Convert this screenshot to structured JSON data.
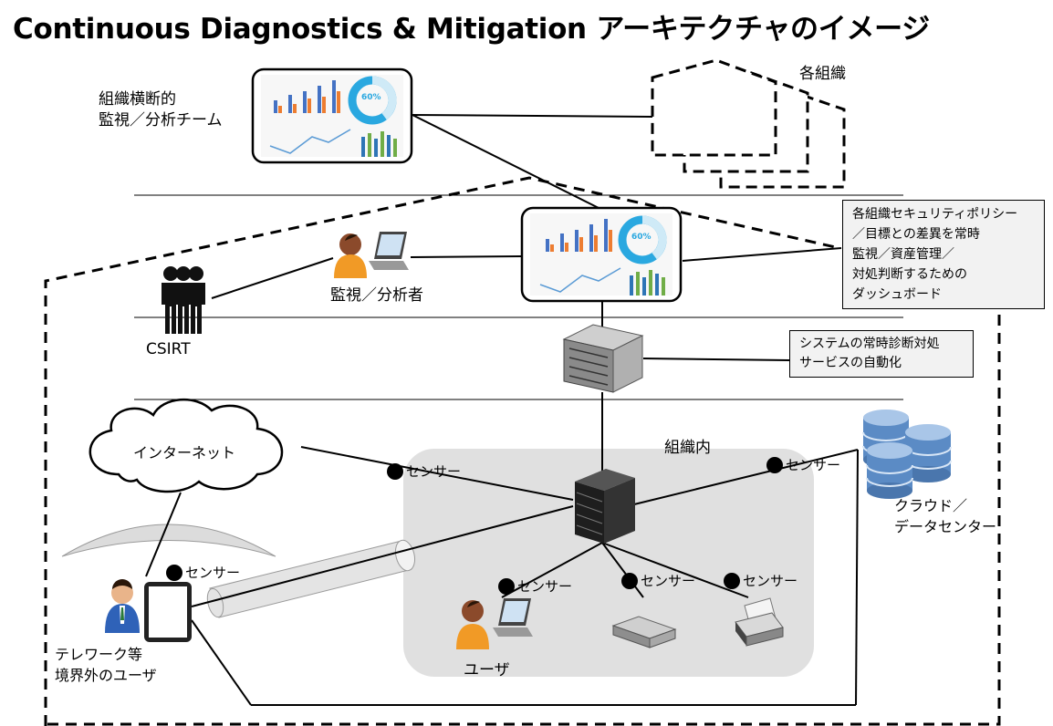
{
  "title": "Continuous Diagnostics & Mitigation アーキテクチャのイメージ",
  "labels": {
    "cross_org_team": "組織横断的\n監視／分析チーム",
    "each_org": "各組織",
    "monitor_analyst": "監視／分析者",
    "csirt": "CSIRT",
    "internal": "組織内",
    "internet": "インターネット",
    "cloud_dc": "クラウド／\nデータセンター",
    "user": "ユーザ",
    "telework_user": "テレワーク等\n境界外のユーザ",
    "sensor": "センサー"
  },
  "callouts": {
    "dashboard": "各組織セキュリティポリシー\n／目標との差異を常時\n監視／資産管理／\n対処判断するための\nダッシュボード",
    "automation": "システムの常時診断対処\nサービスの自動化"
  },
  "dashboard_gauge": "60%",
  "colors": {
    "dashed": "#000000",
    "internal_bg": "#e0e0e0",
    "callout_bg": "#f2f2f2",
    "db_blue": "#5b8bc5",
    "gauge": "#2aa8e0"
  },
  "icons": [
    "dashboard-icon",
    "server-rack-icon",
    "switch-icon",
    "database-icon",
    "cloud-icon",
    "tablet-icon",
    "printer-icon",
    "storage-device-icon",
    "person-laptop-icon",
    "people-group-icon",
    "business-person-icon"
  ]
}
